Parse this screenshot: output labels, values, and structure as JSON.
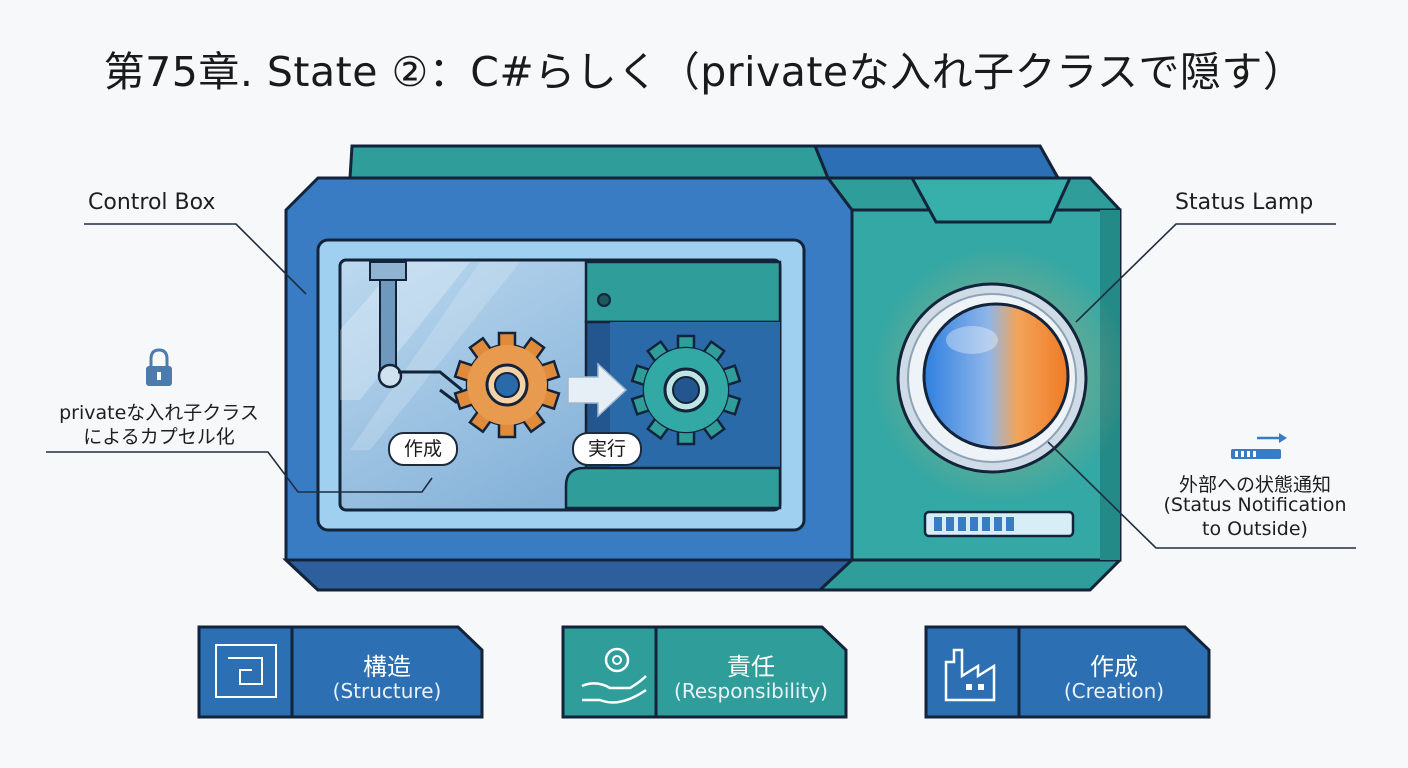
{
  "title": "第75章. State ②：C#らしく（privateな入れ子クラスで隠す）",
  "labels": {
    "control_box": "Control Box",
    "status_lamp": "Status Lamp",
    "encapsulation_line1": "privateな入れ子クラス",
    "encapsulation_line2": "によるカプセル化",
    "notification_line1": "外部への状態通知",
    "notification_line2": "(Status Notification",
    "notification_line3": "to Outside)"
  },
  "steps": {
    "create": "作成",
    "execute": "実行"
  },
  "cards": [
    {
      "title": "構造",
      "subtitle": "(Structure)",
      "icon": "blueprint-icon",
      "color": "#2c6fb2"
    },
    {
      "title": "責任",
      "subtitle": "(Responsibility)",
      "icon": "gear-hand-icon",
      "color": "#2f9d9a"
    },
    {
      "title": "作成",
      "subtitle": "(Creation)",
      "icon": "factory-icon",
      "color": "#2c6fb2"
    }
  ],
  "colors": {
    "box_blue": "#3a7cc4",
    "box_teal": "#2f9d9a",
    "outline": "#13243a",
    "gear_orange": "#e08a3c",
    "gear_teal": "#2f9d9a"
  }
}
